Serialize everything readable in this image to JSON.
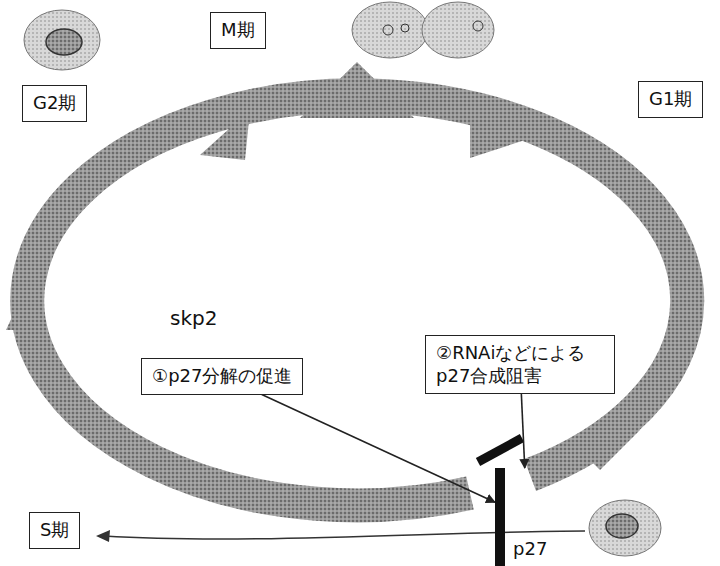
{
  "diagram": {
    "nodes": [
      {
        "text": [
          "M期"
        ]
      },
      {
        "text": [
          "G2期"
        ]
      },
      {
        "text": [
          "G1期"
        ]
      },
      {
        "text": [
          "①p27分解の促進"
        ]
      },
      {
        "text": [
          "②RNAiなどによる p27合成阻害"
        ]
      },
      {
        "text": [
          "S期"
        ]
      },
      {
        "text": [
          "p27"
        ]
      }
    ],
    "edges": [
      {
        "from": 3,
        "to": 6,
        "arrow": "to"
      },
      {
        "from": 4,
        "to": 6,
        "arrow": "to"
      }
    ],
    "labels": [
      "skp2"
    ]
  }
}
